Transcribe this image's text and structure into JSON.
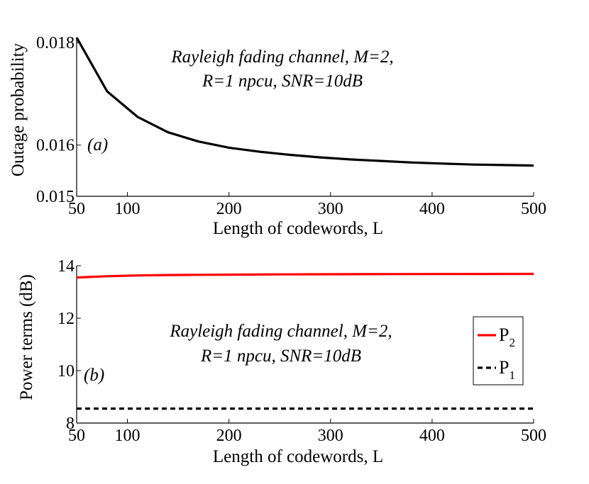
{
  "chart_data": [
    {
      "type": "line",
      "panel_label": "(a)",
      "annotation_lines": [
        "Rayleigh fading channel, M=2,",
        "R=1 npcu, SNR=10dB"
      ],
      "xlabel": "Length of codewords, L",
      "ylabel": "Outage probability",
      "xlim": [
        50,
        500
      ],
      "ylim": [
        0.015,
        0.0181
      ],
      "xticks": [
        50,
        100,
        200,
        300,
        400,
        500
      ],
      "yticks": [
        0.015,
        0.016,
        0.018
      ],
      "ytick_labels": [
        "0.015",
        "0.016",
        "0.018"
      ],
      "grid": false,
      "series": [
        {
          "color": "#000000",
          "dash": "solid",
          "x": [
            50,
            80,
            110,
            140,
            170,
            200,
            230,
            260,
            290,
            320,
            350,
            380,
            410,
            440,
            470,
            500
          ],
          "y": [
            0.0181,
            0.01705,
            0.01655,
            0.01625,
            0.01607,
            0.01595,
            0.01587,
            0.01581,
            0.01576,
            0.01572,
            0.01569,
            0.01566,
            0.01564,
            0.01562,
            0.01561,
            0.0156
          ]
        }
      ]
    },
    {
      "type": "line",
      "panel_label": "(b)",
      "annotation_lines": [
        "Rayleigh fading channel, M=2,",
        "R=1 npcu, SNR=10dB"
      ],
      "xlabel": "Length of codewords, L",
      "ylabel": "Power terms (dB)",
      "xlim": [
        50,
        500
      ],
      "ylim": [
        8,
        14
      ],
      "xticks": [
        50,
        100,
        200,
        300,
        400,
        500
      ],
      "yticks": [
        8,
        10,
        12,
        14
      ],
      "ytick_labels": [
        "8",
        "10",
        "12",
        "14"
      ],
      "grid": false,
      "legend_position": "right",
      "series": [
        {
          "legend_base": "P",
          "legend_sub": "2",
          "color": "#ff0000",
          "dash": "solid",
          "x": [
            50,
            80,
            110,
            140,
            170,
            200,
            250,
            300,
            350,
            400,
            450,
            500
          ],
          "y": [
            13.55,
            13.6,
            13.63,
            13.645,
            13.655,
            13.66,
            13.67,
            13.675,
            13.68,
            13.683,
            13.686,
            13.69
          ]
        },
        {
          "legend_base": "P",
          "legend_sub": "1",
          "color": "#000000",
          "dash": "dashed",
          "x": [
            50,
            500
          ],
          "y": [
            8.55,
            8.55
          ]
        }
      ]
    }
  ]
}
